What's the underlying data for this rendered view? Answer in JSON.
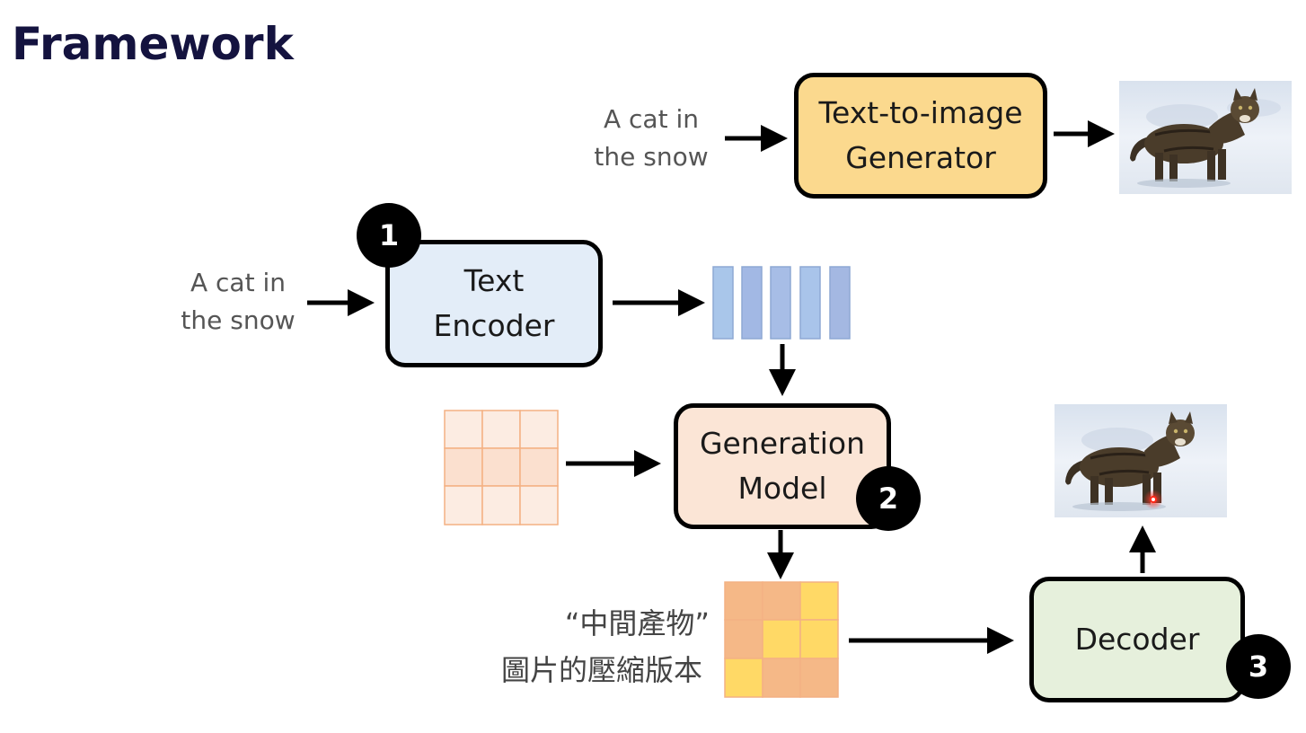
{
  "title": "Framework",
  "top": {
    "input_text": "A cat in\nthe snow",
    "generator_label": "Text-to-image\nGenerator"
  },
  "step1": {
    "input_text": "A cat in\nthe snow",
    "encoder_label": "Text\nEncoder",
    "badge": "1"
  },
  "step2": {
    "model_label": "Generation\nModel",
    "badge": "2"
  },
  "step3": {
    "decoder_label": "Decoder",
    "badge": "3"
  },
  "intermediate": {
    "line1": "“中間產物”",
    "line2": "圖片的壓縮版本"
  },
  "colors": {
    "generator_fill": "#fbd98e",
    "encoder_fill": "#e3edf8",
    "model_fill": "#fbe5d6",
    "decoder_fill": "#e6f0dc",
    "embedding_fill": "#a7bfe4",
    "noise_grid": "#fbe5d6",
    "latent_orange": "#f4b183",
    "latent_yellow": "#ffd966"
  }
}
